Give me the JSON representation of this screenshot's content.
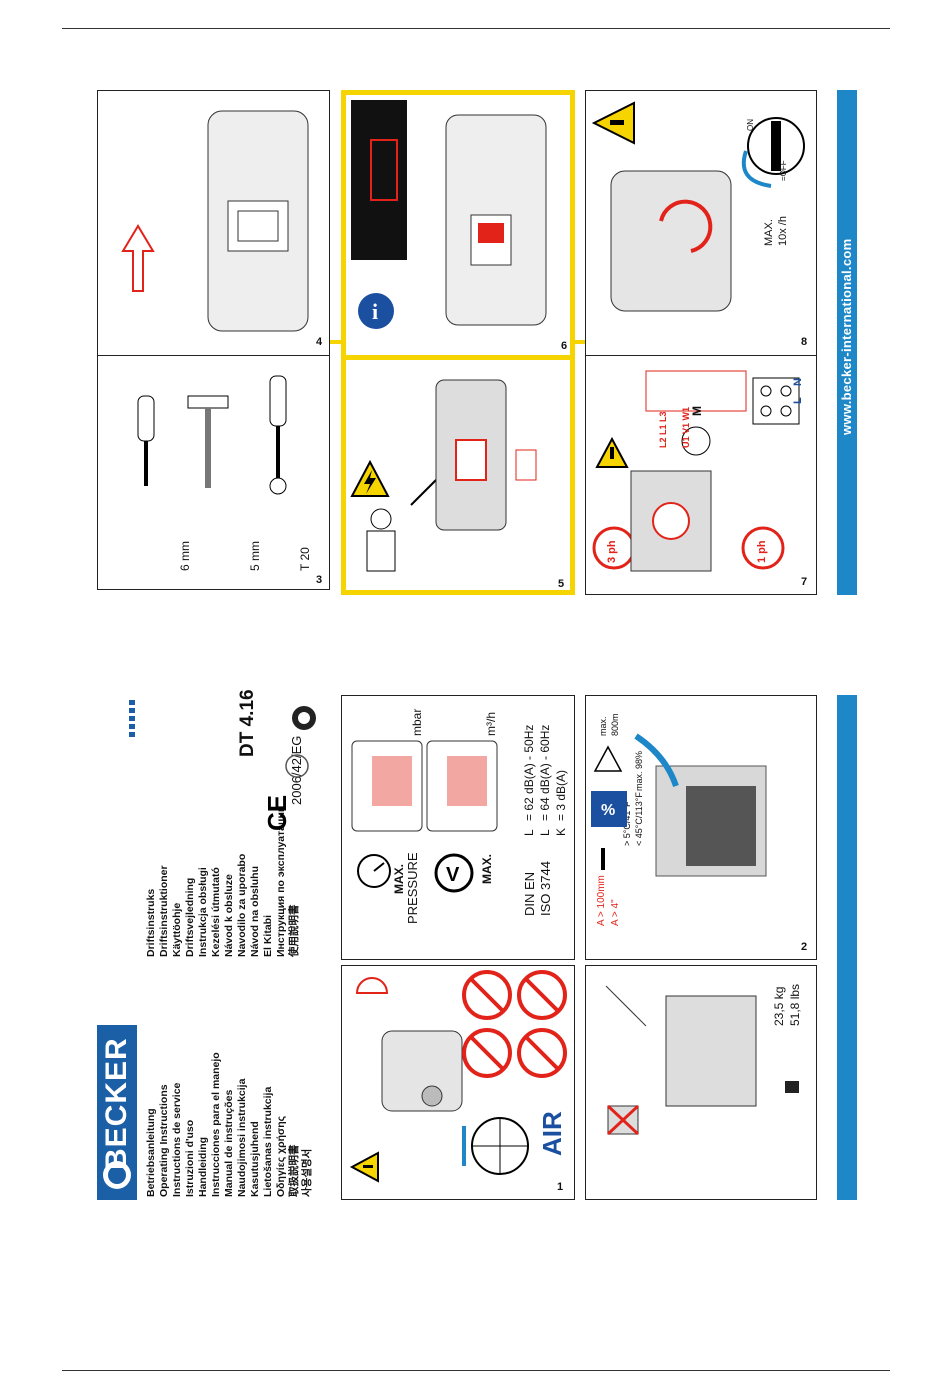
{
  "brand": "BECKER",
  "model": "DT 4.16",
  "directive": "2006/42/EG",
  "languages": [
    "Betriebsanleitung",
    "Operating Instructions",
    "Instructions de service",
    "Istruzioni d'uso",
    "Handleiding",
    "Instrucciones para el manejo",
    "Manual de instruções",
    "Naudojimosi instrukcija",
    "Kasutusjuhend",
    "Lietošanas instrukcija",
    "Οδηγίες χρήσης",
    "取扱説明書",
    "사용설명서"
  ],
  "languages_right": [
    "Driftsinstruks",
    "Driftsinstruktioner",
    "Käyttöohje",
    "Driftsvejledning",
    "Instrukcja obsługi",
    "Kezelési útmutató",
    "Návod k obsluze",
    "Navodilo za uporabo",
    "Návod na obsluhu",
    "El Kitabi",
    "Инструкция по эксплуатации",
    "使用說明書"
  ],
  "website": "www.becker-international.com",
  "panel1": {
    "number": "1",
    "air_label": "AIR",
    "weight_kg": "23,5 kg",
    "weight_lbs": "51,8 lbs"
  },
  "pressure": {
    "max_pressure_line1": "MAX.",
    "max_pressure_line2": "PRESSURE",
    "pressure_unit": "mbar",
    "max_volume": "MAX.",
    "volume_unit": "m³/h",
    "din_line1": "DIN EN",
    "din_line2": "ISO 3744",
    "noise_50": "= 62 dB(A) - 50Hz",
    "noise_60": "= 64 dB(A) - 60Hz",
    "noise_k": "= 3 dB(A)",
    "noise_lpa1": "L",
    "noise_lpa2": "L",
    "noise_kpa": "K"
  },
  "panel2": {
    "number": "2",
    "clearance_mm": "A > 100mm",
    "clearance_in": "A > 4\"",
    "temp_min": "> 5°C/41°F",
    "temp_max": "< 45°C/113°F",
    "humidity": "max. 98%",
    "altitude_line1": "max.",
    "altitude_line2": "800m"
  },
  "panel3": {
    "number": "3",
    "tool1": "6 mm",
    "tool2": "5 mm",
    "tool3": "T 20"
  },
  "panel4": {
    "number": "4"
  },
  "panel5": {
    "number": "5"
  },
  "panel6": {
    "number": "6"
  },
  "panel7": {
    "number": "7",
    "three_phase": "3 ph",
    "single_phase": "1 ph",
    "terminals_top": "L2  L1  L3",
    "terminals_bottom": "U1  V1  W1",
    "motor": "M",
    "l_label": "L",
    "n_label": "N"
  },
  "panel8": {
    "number": "8",
    "max_starts_line1": "MAX.",
    "max_starts_line2": "10x /h",
    "on_label": "ON",
    "off_label": "=OFF"
  },
  "colors": {
    "blue": "#1d87c8",
    "red": "#e2231a",
    "yellow": "#f6d400"
  }
}
